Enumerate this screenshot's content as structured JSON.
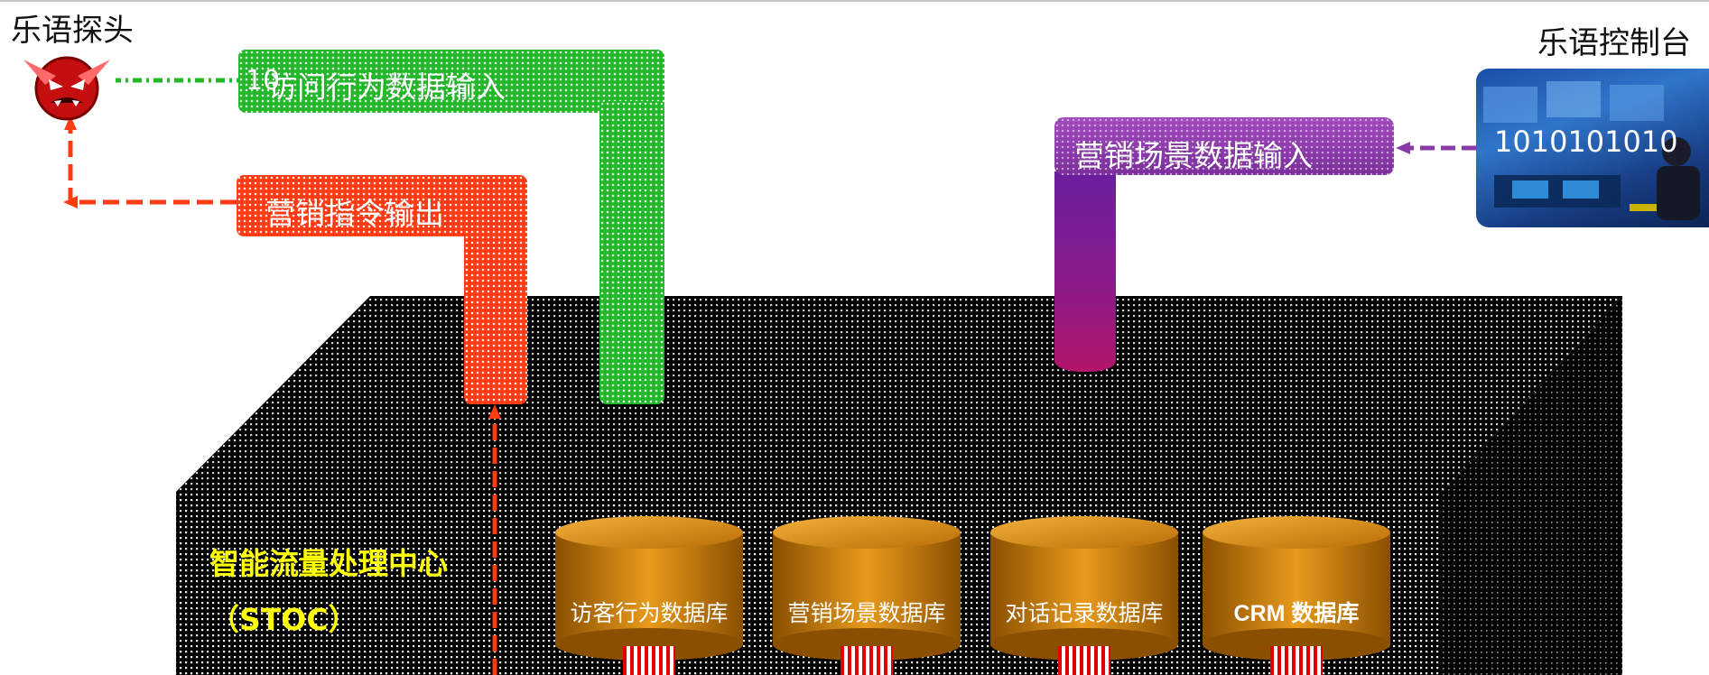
{
  "probe": {
    "title": "乐语探头",
    "signal_bits": "10"
  },
  "console": {
    "title": "乐语控制台",
    "binary": "1010101010"
  },
  "pipes": {
    "visitor_input": "访问行为数据输入",
    "marketing_output": "营销指令输出",
    "scene_input": "营销场景数据输入"
  },
  "center": {
    "name": "智能流量处理中心",
    "code": "（STOC）"
  },
  "databases": [
    {
      "label": "访客行为数据库"
    },
    {
      "label": "营销场景数据库"
    },
    {
      "label": "对话记录数据库"
    },
    {
      "label": "CRM 数据库"
    }
  ],
  "colors": {
    "visitor_pipe": "#22b829",
    "marketing_pipe": "#ff3b14",
    "scene_pipe": "#8a3aa8",
    "platform": "#000000",
    "database": "#cc7a00",
    "center_text": "#ffff00"
  },
  "icons": [
    "probe-mascot-icon",
    "console-operator-image"
  ]
}
